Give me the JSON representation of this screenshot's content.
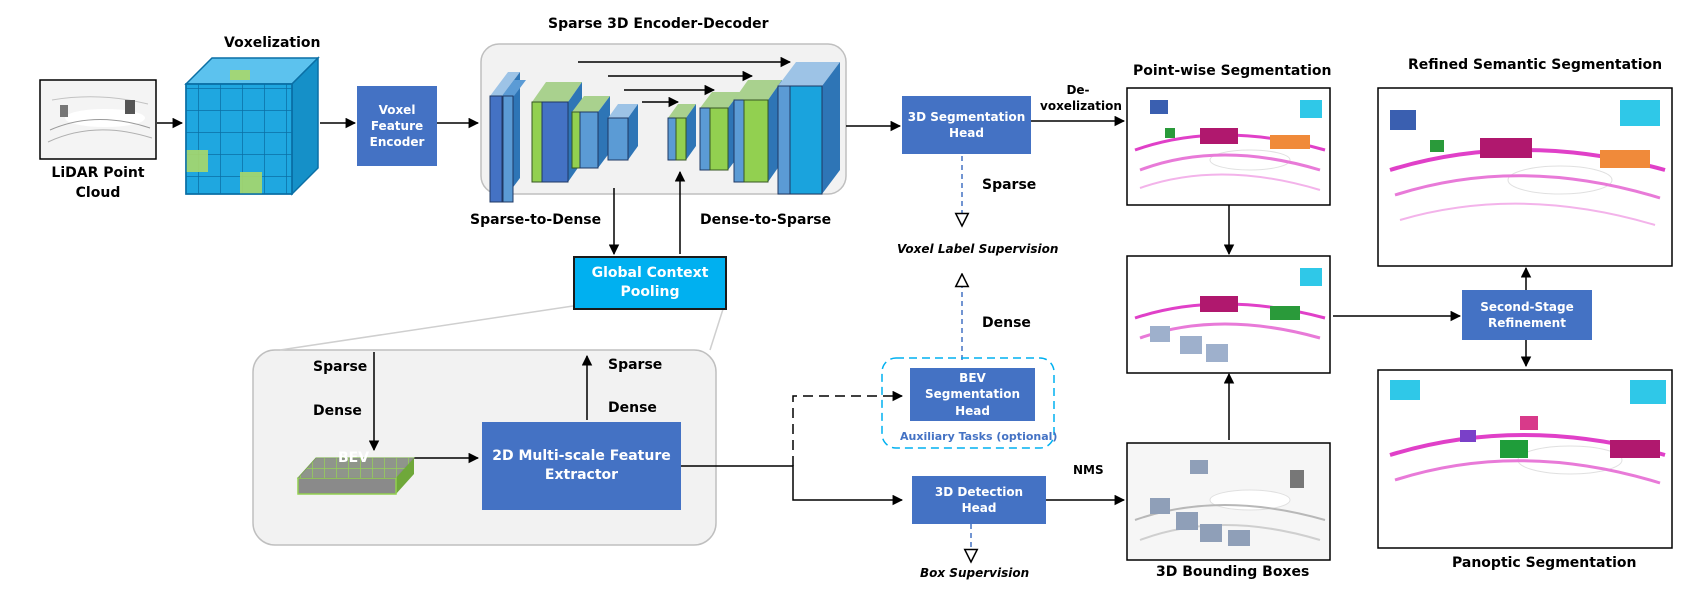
{
  "title": "Sparse 3D Encoder-Decoder",
  "input": {
    "label": "LiDAR Point\nCloud"
  },
  "voxelization": {
    "label": "Voxelization"
  },
  "voxel_feature_encoder": {
    "label": "Voxel\nFeature\nEncoder"
  },
  "encoder_decoder": {
    "sparse_to_dense": "Sparse-to-Dense",
    "dense_to_sparse": "Dense-to-Sparse"
  },
  "global_context": {
    "label": "Global Context\nPooling"
  },
  "bev_module": {
    "sparse_in": "Sparse",
    "dense_in": "Dense",
    "sparse_out": "Sparse",
    "dense_out": "Dense",
    "bev_label": "BEV",
    "extractor_label": "2D Multi-scale Feature\nExtractor"
  },
  "seg_head": {
    "label": "3D Segmentation\nHead",
    "devox": "De-\nvoxelization",
    "sparse": "Sparse",
    "supervision": "Voxel Label Supervision"
  },
  "bev_head": {
    "label": "BEV Segmentation\nHead",
    "dense": "Dense",
    "aux": "Auxiliary Tasks (optional)"
  },
  "det_head": {
    "label": "3D Detection\nHead",
    "nms": "NMS",
    "supervision": "Box Supervision"
  },
  "outputs": {
    "pointwise": "Point-wise Segmentation",
    "bbox": "3D Bounding Boxes",
    "refined": "Refined Semantic Segmentation",
    "panoptic": "Panoptic Segmentation",
    "refinement_box": "Second-Stage\nRefinement"
  },
  "colors": {
    "box_blue": "#4472C4",
    "context_cyan": "#00B0F0",
    "bev_green": "#92D050",
    "panel_gray": "#F2F2F2"
  }
}
